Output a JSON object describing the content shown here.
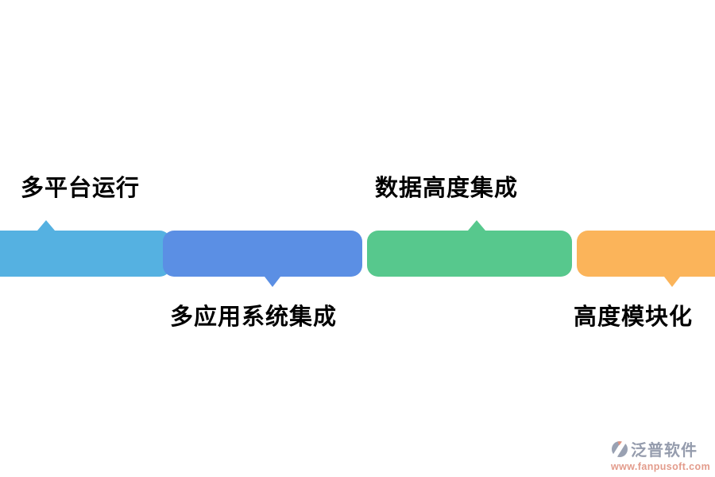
{
  "diagram": {
    "background": "#ffffff",
    "segments": [
      {
        "id": "multi-platform",
        "label": "多平台运行",
        "color": "#55B1E1",
        "label_position": "top"
      },
      {
        "id": "multi-app-integration",
        "label": "多应用系统集成",
        "color": "#5B8FE4",
        "label_position": "bottom"
      },
      {
        "id": "data-integration",
        "label": "数据高度集成",
        "color": "#57C88D",
        "label_position": "top"
      },
      {
        "id": "high-modularity",
        "label": "高度模块化",
        "color": "#FBB45A",
        "label_position": "bottom"
      }
    ],
    "label_color": "#000000"
  },
  "watermark": {
    "brand": "泛普软件",
    "url": "www.fanpusoft.com",
    "brand_color": "#959CAD",
    "url_color": "#E39C8C",
    "logo_color": "#99A1B2",
    "logo_accent_color": "#E2927F"
  }
}
